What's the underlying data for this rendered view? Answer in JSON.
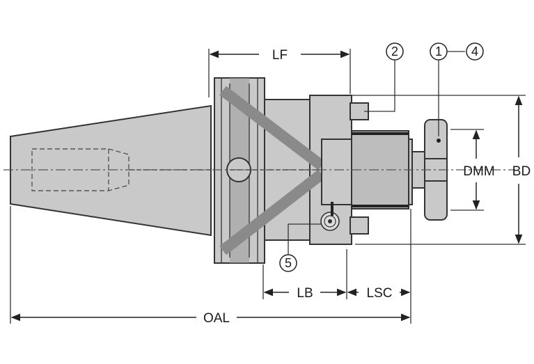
{
  "dimensions": {
    "lf": "LF",
    "lb": "LB",
    "lsc": "LSC",
    "oal": "OAL",
    "dmm": "DMM",
    "bd": "BD"
  },
  "callouts": {
    "c1": "1",
    "c2": "2",
    "c4": "4",
    "c5": "5"
  }
}
